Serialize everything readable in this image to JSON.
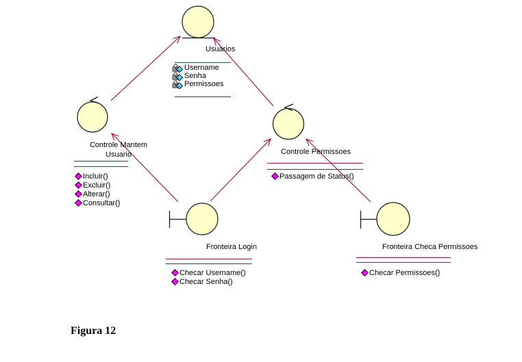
{
  "colors": {
    "accent": "#96104A",
    "shape_fill": "#FFFFCC",
    "shape_border": "#1A1A1A",
    "magenta": "#FF00FF",
    "cyan": "#38C6F4",
    "text": "#000000",
    "background": "#FFFFFF"
  },
  "diagram_type": "UML robustness / analysis class diagram",
  "caption": "Figura 12",
  "elements": {
    "usuarios": {
      "stereotype": "entity",
      "label": "Usuarios",
      "attributes": [
        "Username",
        "Senha",
        "Permissoes"
      ]
    },
    "controle_mantem_usuario": {
      "stereotype": "control",
      "label": "Controle Mantem Usuario",
      "label_lines": [
        "Controle Mantem",
        "Usuario"
      ],
      "operations": [
        "Incluir()",
        "Excluir()",
        "Alterar()",
        "Consultar()"
      ]
    },
    "controle_permissoes": {
      "stereotype": "control",
      "label": "Controle Permissoes",
      "operations": [
        "Passagem de Status()"
      ]
    },
    "fronteira_login": {
      "stereotype": "boundary",
      "label": "Fronteira Login",
      "operations": [
        "Checar Username()",
        "Checar Senha()"
      ]
    },
    "fronteira_checa_permissoes": {
      "stereotype": "boundary",
      "label": "Fronteira Checa Permissoes",
      "operations": [
        "Checar Permissoes()"
      ]
    }
  },
  "relations": [
    {
      "from": "Controle Mantem Usuario",
      "to": "Usuarios"
    },
    {
      "from": "Controle Permissoes",
      "to": "Usuarios"
    },
    {
      "from": "Fronteira Login",
      "to": "Controle Mantem Usuario"
    },
    {
      "from": "Fronteira Login",
      "to": "Controle Permissoes"
    },
    {
      "from": "Fronteira Checa Permissoes",
      "to": "Controle Permissoes"
    }
  ]
}
